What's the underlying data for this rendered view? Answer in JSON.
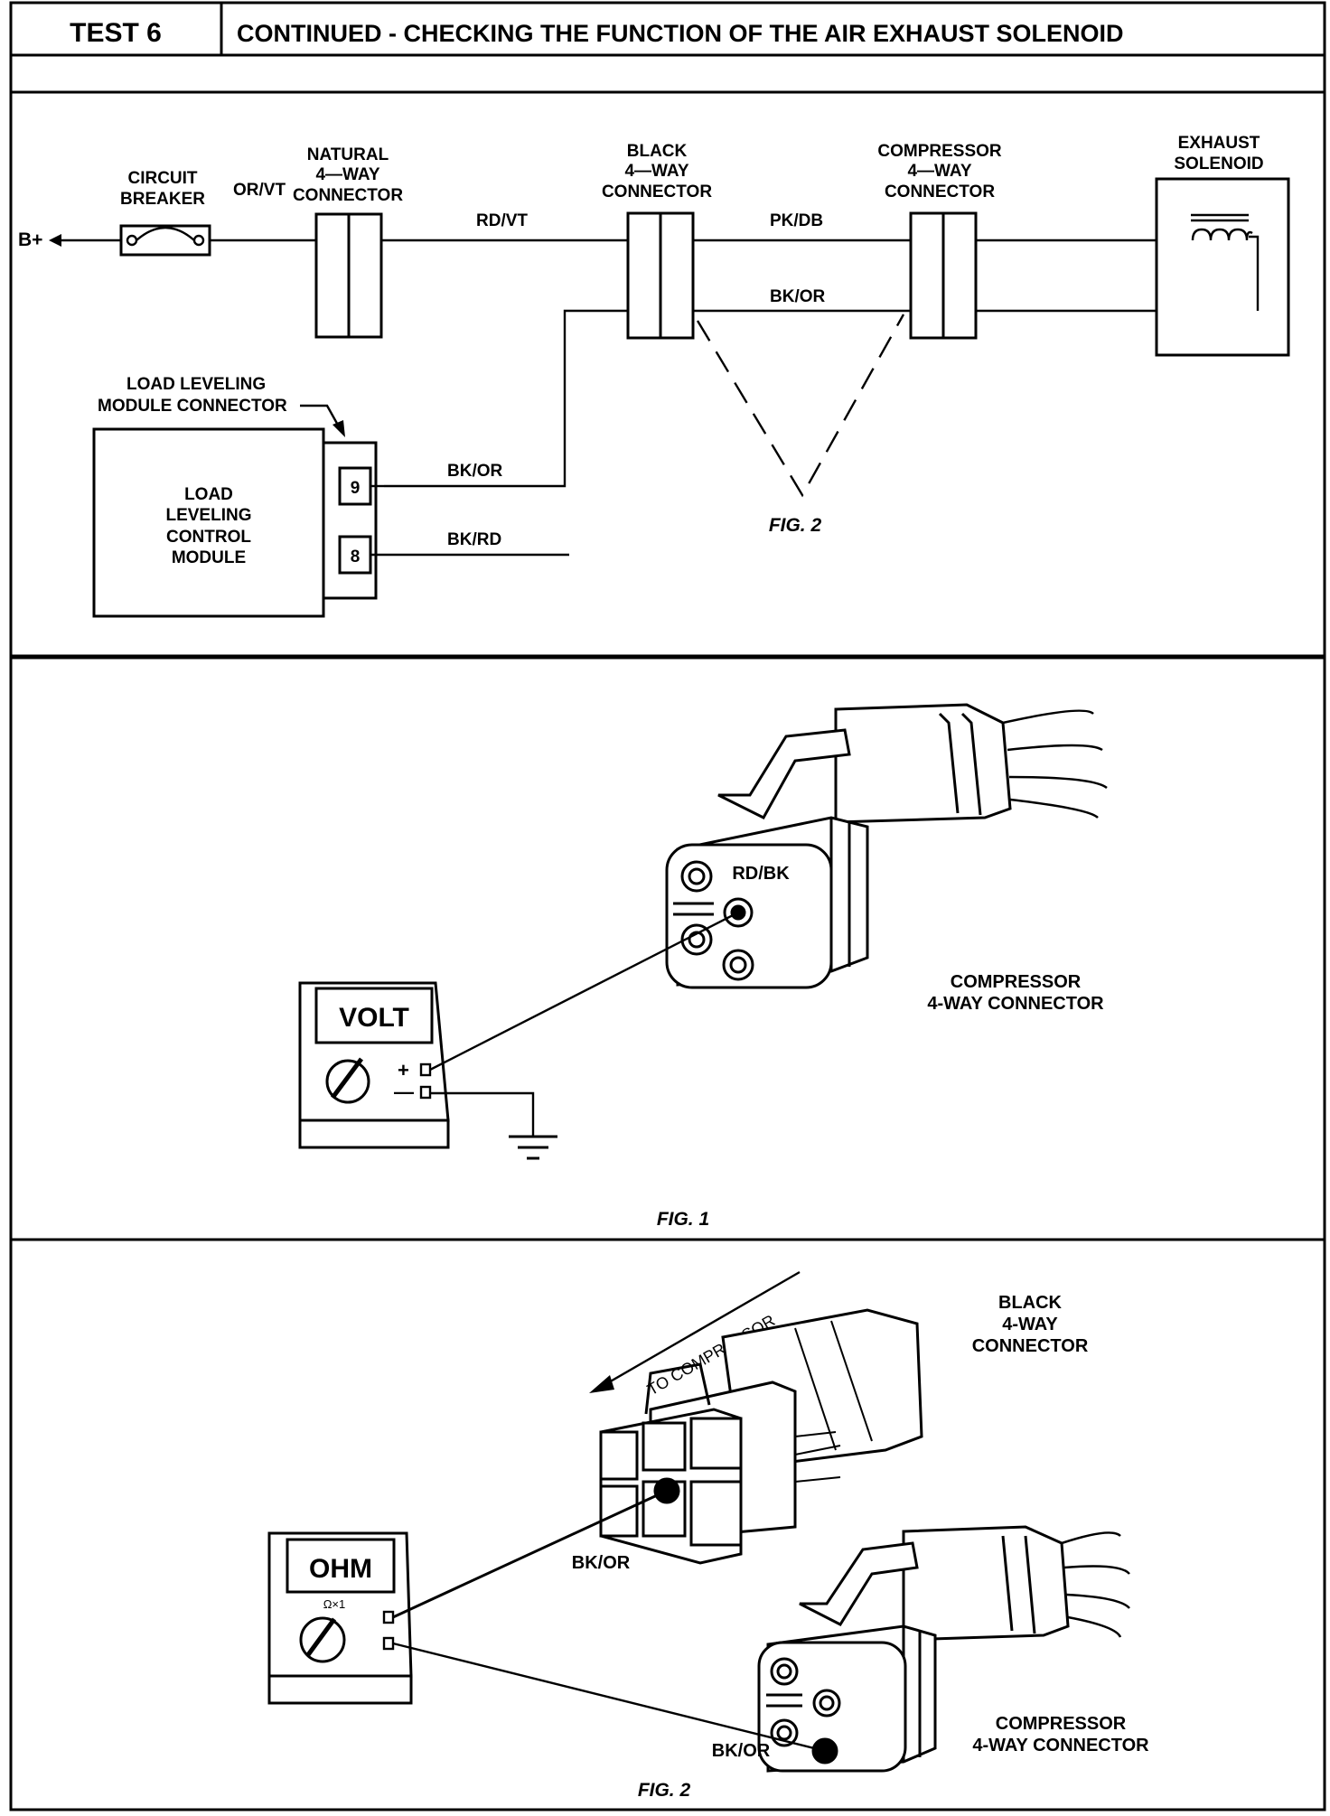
{
  "header": {
    "test_label": "TEST 6",
    "title": "CONTINUED - CHECKING THE FUNCTION OF THE AIR EXHAUST SOLENOID"
  },
  "schematic": {
    "b_plus": "B+",
    "circuit_breaker": [
      "CIRCUIT",
      "BREAKER"
    ],
    "natural_connector": [
      "NATURAL",
      "4—WAY",
      "CONNECTOR"
    ],
    "black_connector": [
      "BLACK",
      "4—WAY",
      "CONNECTOR"
    ],
    "compressor_connector": [
      "COMPRESSOR",
      "4—WAY",
      "CONNECTOR"
    ],
    "exhaust_solenoid": [
      "EXHAUST",
      "SOLENOID"
    ],
    "wire_or_vt": "OR/VT",
    "wire_rd_vt": "RD/VT",
    "wire_pk_db": "PK/DB",
    "wire_bk_or_top": "BK/OR",
    "wire_bk_or_module": "BK/OR",
    "wire_bk_rd": "BK/RD",
    "module_connector_label": [
      "LOAD  LEVELING",
      "MODULE  CONNECTOR"
    ],
    "module": [
      "LOAD",
      "LEVELING",
      "CONTROL",
      "MODULE"
    ],
    "pin_9": "9",
    "pin_8": "8",
    "fig_label": "FIG. 2"
  },
  "fig1": {
    "meter": "VOLT",
    "plus": "+",
    "minus": "—",
    "wire_label": "RD/BK",
    "connector_label": [
      "COMPRESSOR",
      "4-WAY CONNECTOR"
    ],
    "fig_label": "FIG. 1"
  },
  "fig2": {
    "meter": "OHM",
    "range": "Ω×1",
    "to_compressor": "TO COMPRESSOR",
    "black_connector_label": [
      "BLACK",
      "4-WAY",
      "CONNECTOR"
    ],
    "wire_label_top": "BK/OR",
    "wire_label_bottom": "BK/OR",
    "compressor_label": [
      "COMPRESSOR",
      "4-WAY CONNECTOR"
    ],
    "fig_label": "FIG. 2"
  }
}
